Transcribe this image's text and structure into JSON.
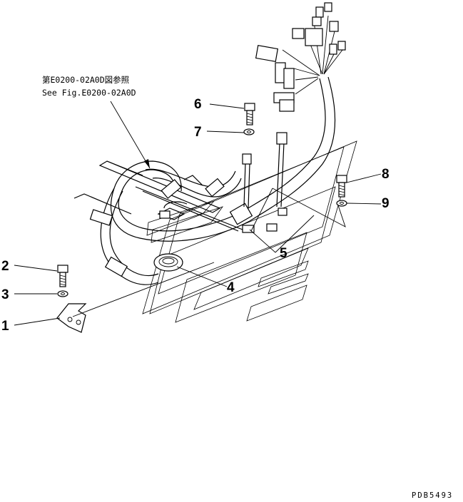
{
  "reference_note": {
    "jp": "第E0200-02A0D図参照",
    "en": "See Fig.E0200-02A0D"
  },
  "callouts": [
    "1",
    "2",
    "3",
    "4",
    "5",
    "6",
    "7",
    "8",
    "9"
  ],
  "drawing_code": "PDB5493"
}
